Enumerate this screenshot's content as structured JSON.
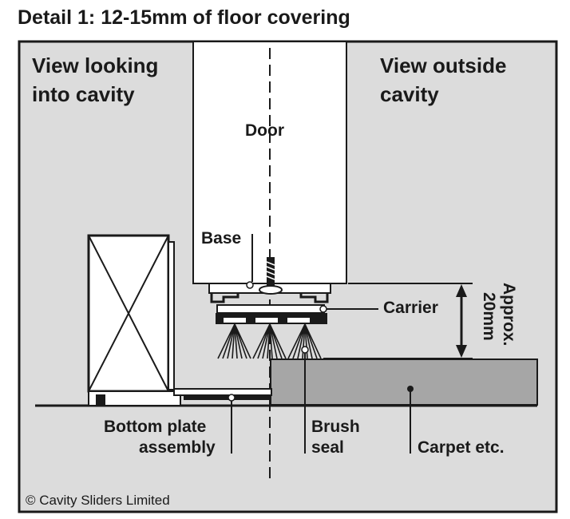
{
  "title": "Detail 1: 12-15mm of floor covering",
  "view_left": {
    "line1": "View looking",
    "line2": "into cavity"
  },
  "view_right": {
    "line1": "View outside",
    "line2": "cavity"
  },
  "labels": {
    "door": "Door",
    "base": "Base",
    "carrier": "Carrier",
    "gap_line1": "Approx.",
    "gap_line2": "20mm",
    "bottom_plate_line1": "Bottom plate",
    "bottom_plate_line2": "assembly",
    "brush_line1": "Brush",
    "brush_line2": "seal",
    "carpet": "Carpet etc."
  },
  "copyright": "© Cavity Sliders Limited",
  "colors": {
    "panel_bg": "#dcdcdc",
    "carpet": "#a6a6a6",
    "ink": "#1a1a1a",
    "door_fill": "#ffffff"
  }
}
